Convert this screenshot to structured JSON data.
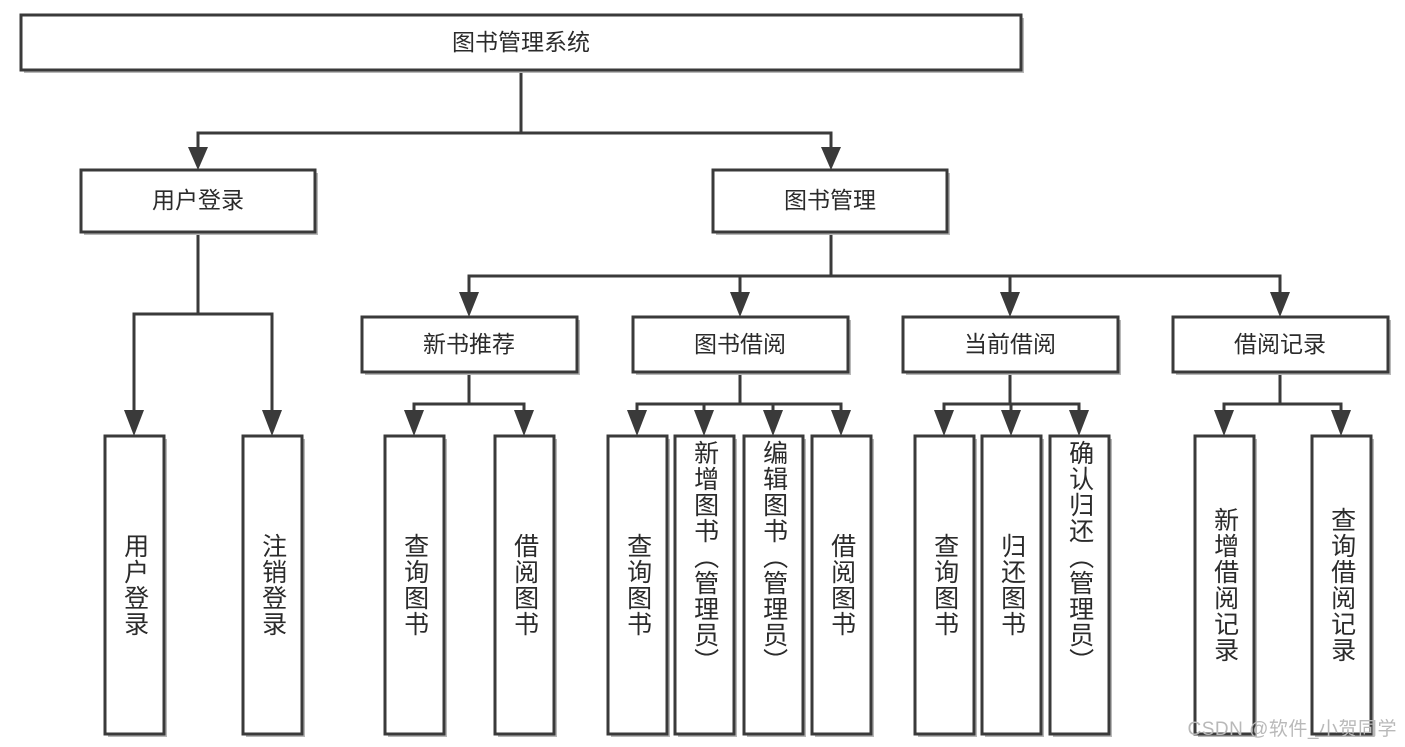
{
  "diagram": {
    "title": "图书管理系统",
    "root": {
      "id": "root",
      "label": "图书管理系统"
    },
    "level2": [
      {
        "id": "user-login",
        "label": "用户登录"
      },
      {
        "id": "book-manage",
        "label": "图书管理"
      }
    ],
    "level3": [
      {
        "id": "new-book-recommend",
        "label": "新书推荐"
      },
      {
        "id": "book-borrow",
        "label": "图书借阅"
      },
      {
        "id": "current-borrow",
        "label": "当前借阅"
      },
      {
        "id": "borrow-record",
        "label": "借阅记录"
      }
    ],
    "leaves": [
      {
        "id": "leaf-user-login",
        "label": "用户登录",
        "parent": "user-login"
      },
      {
        "id": "leaf-logout",
        "label": "注销登录",
        "parent": "user-login"
      },
      {
        "id": "leaf-query-book-1",
        "label": "查询图书",
        "parent": "new-book-recommend"
      },
      {
        "id": "leaf-borrow-book-1",
        "label": "借阅图书",
        "parent": "new-book-recommend"
      },
      {
        "id": "leaf-query-book-2",
        "label": "查询图书",
        "parent": "book-borrow"
      },
      {
        "id": "leaf-add-book",
        "label": "新增图书（管理员）",
        "parent": "book-borrow"
      },
      {
        "id": "leaf-edit-book",
        "label": "编辑图书（管理员）",
        "parent": "book-borrow"
      },
      {
        "id": "leaf-borrow-book-2",
        "label": "借阅图书",
        "parent": "book-borrow"
      },
      {
        "id": "leaf-query-book-3",
        "label": "查询图书",
        "parent": "current-borrow"
      },
      {
        "id": "leaf-return-book",
        "label": "归还图书",
        "parent": "current-borrow"
      },
      {
        "id": "leaf-confirm-return",
        "label": "确认归还（管理员）",
        "parent": "current-borrow"
      },
      {
        "id": "leaf-add-record",
        "label": "新增借阅记录",
        "parent": "borrow-record"
      },
      {
        "id": "leaf-query-record",
        "label": "查询借阅记录",
        "parent": "borrow-record"
      }
    ],
    "watermark": "CSDN @软件_小贺同学",
    "colors": {
      "box_stroke": "#3a3a3a",
      "box_fill": "#ffffff",
      "text": "#2b2b2b",
      "shadow": "#b8b8b8",
      "watermark": "#b9b9b9",
      "background": "#ffffff"
    }
  }
}
